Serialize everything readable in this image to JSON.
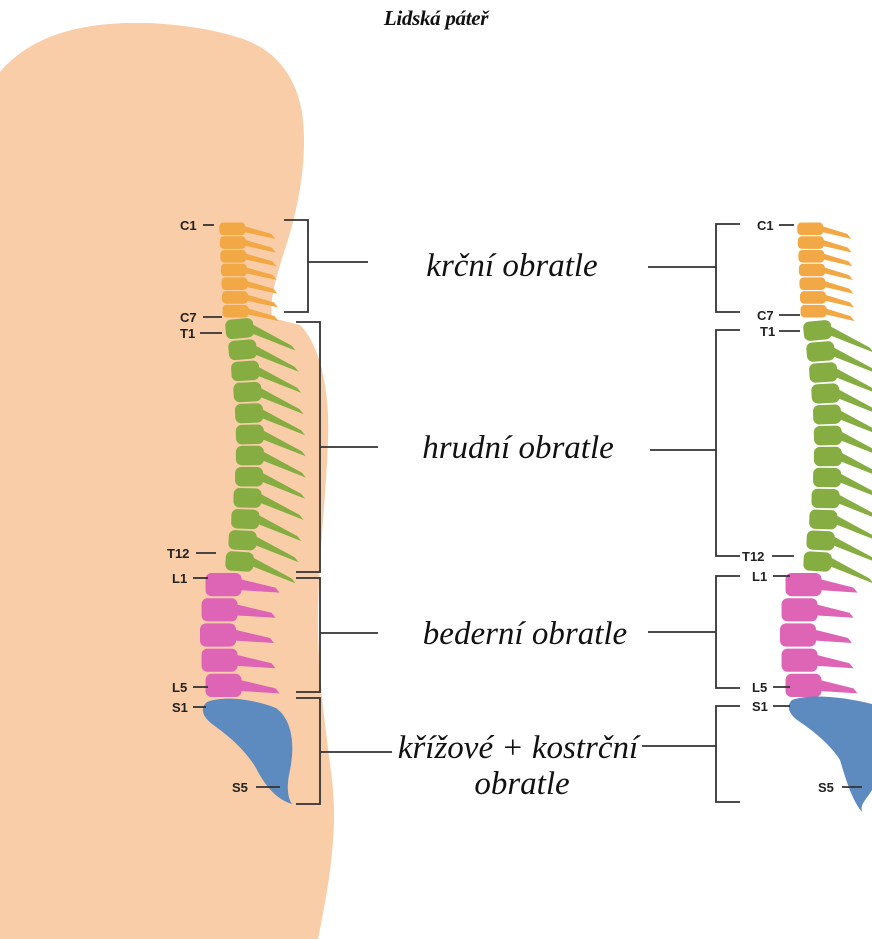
{
  "title": "Lidská páteř",
  "colors": {
    "body_skin": "#f9cda8",
    "cervical": "#f2a844",
    "thoracic": "#86ad42",
    "lumbar": "#de64b6",
    "sacral": "#5d8bbf",
    "line": "#333333"
  },
  "groups": {
    "cervical": "krční obratle",
    "thoracic": "hrudní obratle",
    "lumbar": "bederní obratle",
    "sacral_line1": "křížové + kostrční",
    "sacral_line2": "obratle"
  },
  "vertebra_labels": {
    "c1": "C1",
    "c7": "C7",
    "t1": "T1",
    "t12": "T12",
    "l1": "L1",
    "l5": "L5",
    "s1": "S1",
    "s5": "S5"
  }
}
